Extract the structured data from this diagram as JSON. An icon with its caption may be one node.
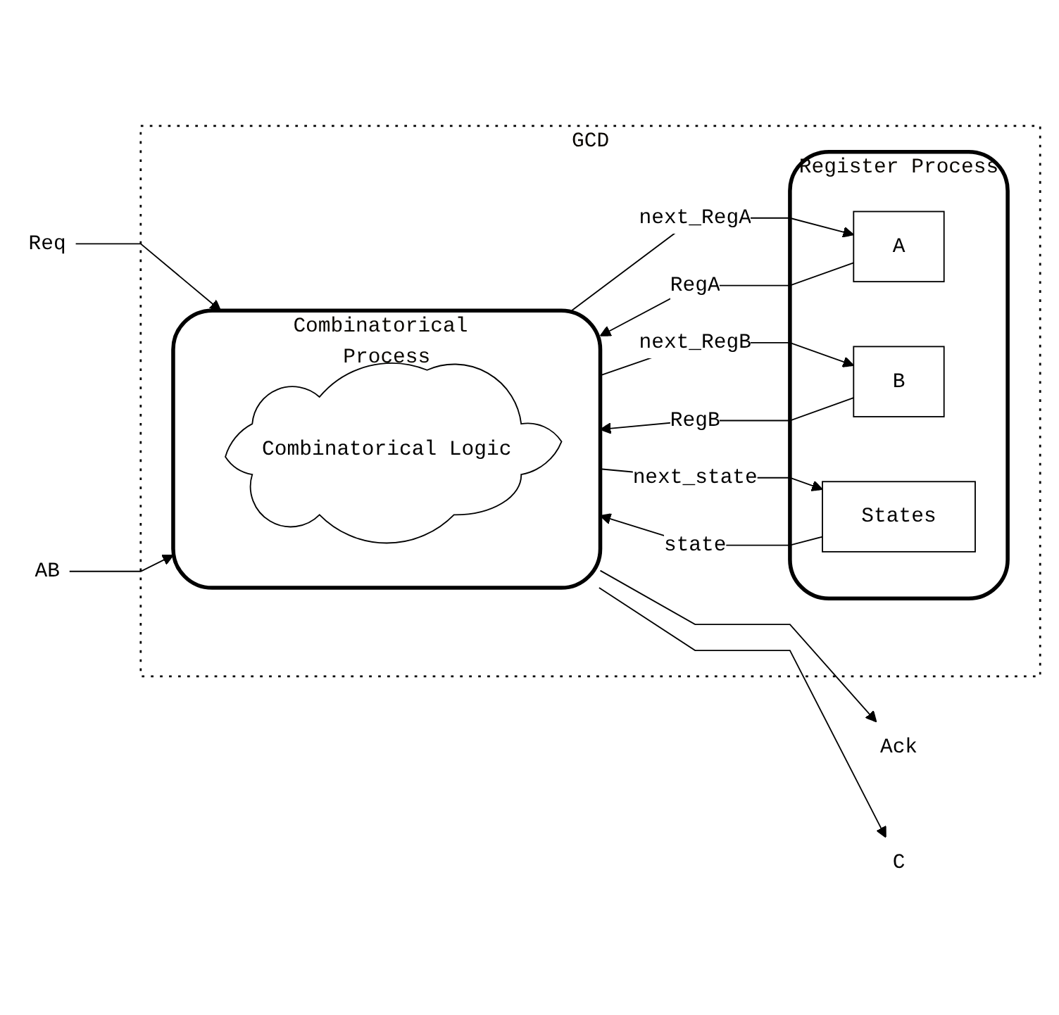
{
  "diagram": {
    "nodes": [
      {
        "text": [
          "GCD"
        ]
      },
      {
        "text": [
          "Combinatorical Process"
        ],
        "in": 0
      },
      {
        "text": [
          "Combinatorical Logic"
        ],
        "in": 1
      },
      {
        "text": [
          "Register Process"
        ],
        "in": 0
      },
      {
        "text": [
          "A"
        ],
        "in": 3
      },
      {
        "text": [
          "B"
        ],
        "in": 3
      },
      {
        "text": [
          "States"
        ],
        "in": 3
      },
      {
        "text": [
          "Req"
        ]
      },
      {
        "text": [
          "AB"
        ]
      },
      {
        "text": [
          "Ack"
        ]
      },
      {
        "text": [
          "C"
        ]
      }
    ],
    "edges": [
      {
        "from": 7,
        "to": 1,
        "arrow": "to"
      },
      {
        "from": 8,
        "to": 1,
        "arrow": "to"
      },
      {
        "from": 1,
        "to": 9,
        "arrow": "to"
      },
      {
        "from": 1,
        "to": 10,
        "arrow": "to"
      },
      {
        "from": 4,
        "to": 1,
        "arrow": "to",
        "label": "RegA"
      },
      {
        "from": 5,
        "to": 1,
        "arrow": "to",
        "label": "RegB"
      },
      {
        "from": 6,
        "to": 1,
        "arrow": "to",
        "label": "state"
      },
      {
        "from": 1,
        "to": 4,
        "arrow": "to",
        "label": "next_RegA"
      },
      {
        "from": 1,
        "to": 5,
        "arrow": "to",
        "label": "next_RegB"
      },
      {
        "from": 1,
        "to": 6,
        "arrow": "to",
        "label": "next_state"
      }
    ]
  }
}
